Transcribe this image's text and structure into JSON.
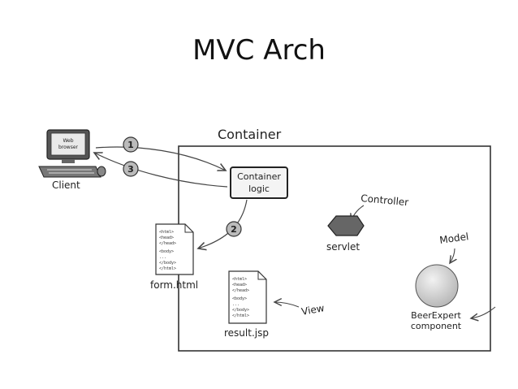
{
  "title": "MVC Arch",
  "labels": {
    "container": "Container",
    "client": "Client",
    "web_browser_line1": "Web",
    "web_browser_line2": "browser",
    "container_logic_line1": "Container",
    "container_logic_line2": "logic",
    "controller": "Controller",
    "servlet": "servlet",
    "model": "Model",
    "beerexpert_line1": "BeerExpert",
    "beerexpert_line2": "component",
    "form_html": "form.html",
    "view": "View",
    "result_jsp": "result.jsp",
    "step1": "1",
    "step2": "2",
    "step3": "3"
  },
  "doc_lines": [
    "<html>",
    "<head>",
    "</head>",
    "<body>",
    "...",
    "</body>",
    "</html>"
  ]
}
